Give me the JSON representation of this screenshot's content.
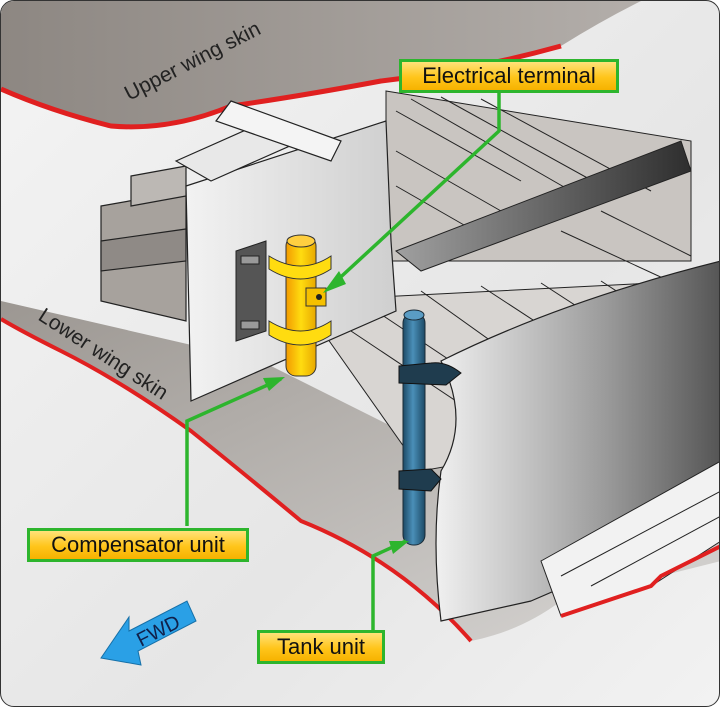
{
  "figure": {
    "subject": "Fuel quantity indicating system components inside an aircraft wing tank"
  },
  "labels": {
    "upper_wing_skin": "Upper wing skin",
    "lower_wing_skin": "Lower wing skin",
    "direction": "FWD"
  },
  "callouts": {
    "electrical_terminal": "Electrical terminal",
    "compensator_unit": "Compensator unit",
    "tank_unit": "Tank unit"
  },
  "colors": {
    "skin_edge": "#e02020",
    "leader_line": "#2db52d",
    "callout_fill": "#ffc51a",
    "compensator": "#f2c500",
    "tank_probe": "#2f6f92",
    "fwd_arrow": "#2aa0e6"
  }
}
